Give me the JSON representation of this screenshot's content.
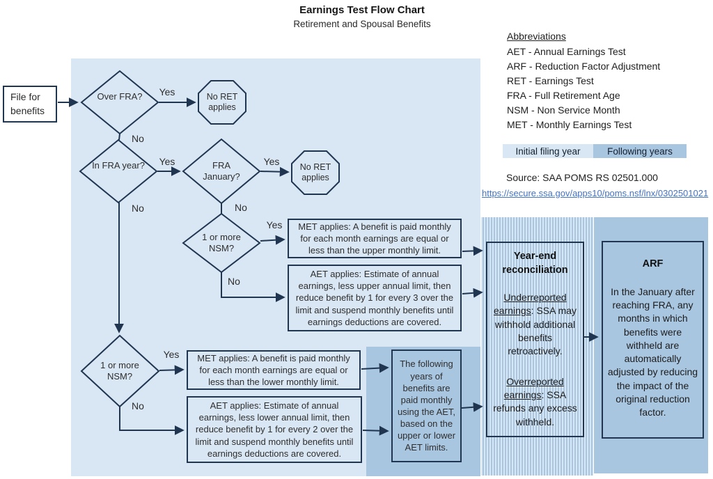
{
  "title": "Earnings Test Flow Chart",
  "subtitle": "Retirement and Spousal Benefits",
  "abbreviations": {
    "heading": "Abbreviations",
    "items": [
      "AET - Annual Earnings Test",
      "ARF - Reduction Factor Adjustment",
      "RET - Earnings Test",
      "FRA - Full Retirement Age",
      "NSM - Non Service Month",
      "MET - Monthly Earnings Test"
    ]
  },
  "legend": {
    "initial_label": "Initial filing year",
    "following_label": "Following years"
  },
  "source": {
    "text": "Source: SAA POMS RS 02501.000",
    "url": "https://secure.ssa.gov/apps10/poms.nsf/lnx/0302501021"
  },
  "labels": {
    "yes": "Yes",
    "no": "No"
  },
  "nodes": {
    "file": "File for benefits",
    "over_fra": "Over FRA?",
    "no_ret_top": "No RET applies",
    "in_fra_year": "In FRA year?",
    "fra_january": "FRA January?",
    "no_ret_mid": "No RET applies",
    "nsm_upper": "1 or more NSM?",
    "nsm_lower": "1 or more NSM?",
    "met_upper": "MET applies: A benefit is paid monthly for each month earnings are equal or less than the upper monthly limit.",
    "aet_upper": "AET applies: Estimate of annual earnings, less upper annual limit, then reduce benefit by 1 for every 3 over the limit and suspend monthly benefits until earnings deductions are covered.",
    "met_lower": "MET applies: A benefit is paid monthly for each month earnings are equal or less than the lower monthly limit.",
    "aet_lower": "AET applies: Estimate of annual earnings, less lower annual limit, then reduce benefit by 1 for every 2 over the limit and suspend monthly benefits until earnings deductions are covered.",
    "following_years": "The following years of benefits are paid monthly using the AET, based on the upper or lower AET limits.",
    "year_end": {
      "heading": "Year-end reconciliation",
      "under_label": "Underreported earnings",
      "under_rest": ": SSA may withhold additional benefits retroactively.",
      "over_label": "Overreported earnings",
      "over_rest": ": SSA refunds any excess withheld."
    },
    "arf": {
      "heading": "ARF",
      "body": "In the January after reaching  FRA, any months in which benefits were withheld are automatically adjusted by reducing the impact of the original reduction factor."
    }
  },
  "colors": {
    "initial_fill": "#d9e6f3",
    "following_fill": "#a9c6e1",
    "outline": "#1f3550",
    "link": "#4472c4"
  }
}
